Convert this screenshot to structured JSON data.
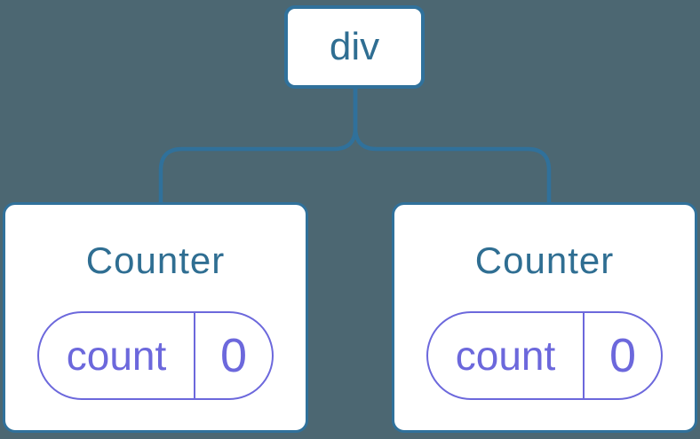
{
  "tree": {
    "root": {
      "label": "div"
    },
    "counters": [
      {
        "title": "Counter",
        "state": {
          "label": "count",
          "value": "0"
        }
      },
      {
        "title": "Counter",
        "state": {
          "label": "count",
          "value": "0"
        }
      }
    ]
  },
  "colors": {
    "background": "#4C6772",
    "connector": "#30719B",
    "node_text": "#2F6E92",
    "card_background": "#FFFFFF",
    "state_accent": "#6C68DC"
  }
}
